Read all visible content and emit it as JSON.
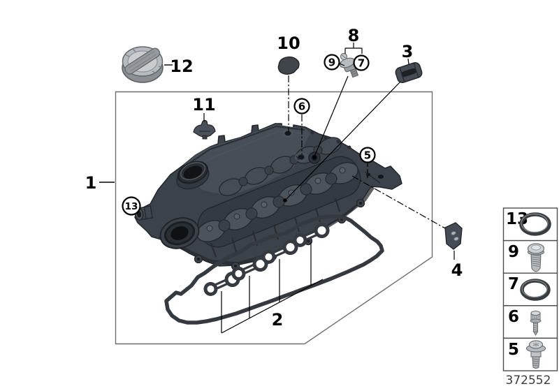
{
  "diagram": {
    "callouts": {
      "c1": "1",
      "c2": "2",
      "c3": "3",
      "c4": "4",
      "c5": "5",
      "c6": "6",
      "c7": "7",
      "c8": "8",
      "c9": "9",
      "c10": "10",
      "c11": "11",
      "c12": "12",
      "c13": "13"
    },
    "legend_rows": [
      {
        "num": "13",
        "part_icon": "o-ring-icon"
      },
      {
        "num": "9",
        "part_icon": "screw-icon"
      },
      {
        "num": "7",
        "part_icon": "o-ring-icon"
      },
      {
        "num": "6",
        "part_icon": "stud-bolt-icon"
      },
      {
        "num": "5",
        "part_icon": "flange-screw-icon"
      }
    ],
    "footer_number": "372552",
    "colors": {
      "leader_line": "#000000",
      "frame_border": "#6f6f6f",
      "part_dark": "#3c424a",
      "part_line": "#23262b",
      "gasket": "#343a40",
      "metal_light": "#c0c4c8"
    }
  }
}
